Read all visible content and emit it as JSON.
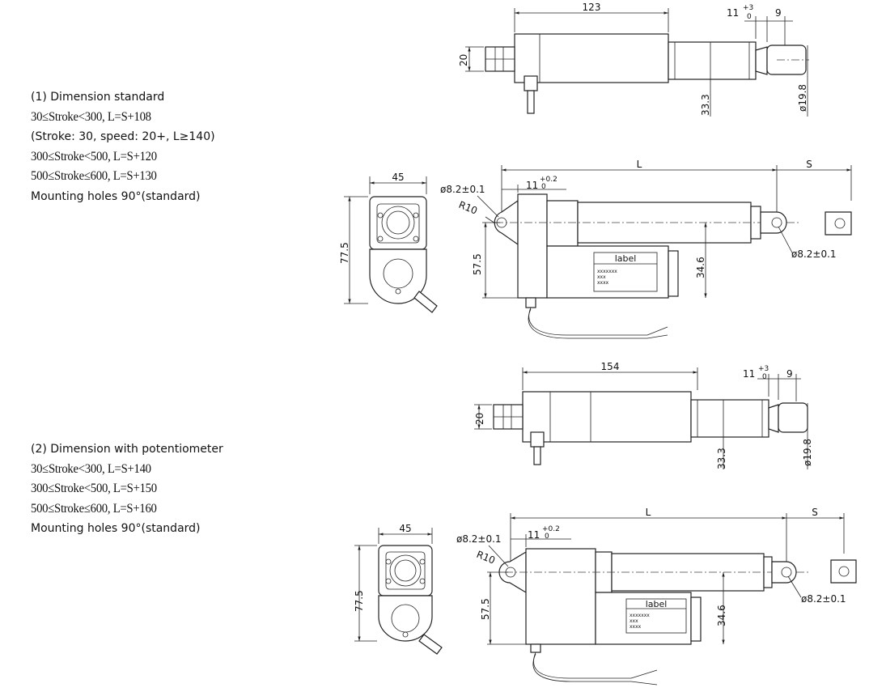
{
  "spec_standard": {
    "title": "(1)  Dimension standard",
    "lines": [
      "30≤Stroke<300, L=S+108",
      "(Stroke: 30, speed: 20+, L≥140)",
      "300≤Stroke<500, L=S+120",
      "500≤Stroke≤600, L=S+130"
    ],
    "mounting": "Mounting holes 90°(standard)"
  },
  "spec_potentiometer": {
    "title": "(2)  Dimension with potentiometer",
    "lines": [
      "30≤Stroke<300, L=S+140",
      "300≤Stroke<500, L=S+150",
      "500≤Stroke≤600, L=S+160"
    ],
    "mounting": "Mounting holes 90°(standard)"
  },
  "drawing_standard": {
    "top": {
      "length": "123",
      "offset": "11",
      "offset_tol_upper": "+3",
      "offset_tol_lower": "0",
      "rod_end": "9",
      "height": "20",
      "width": "33.3",
      "rod_dia": "ø19.8"
    },
    "end_view": {
      "width": "45",
      "height": "77.5"
    },
    "side": {
      "hole_dia": "ø8.2±0.1",
      "offset": "11",
      "offset_tol_upper": "+0.2",
      "offset_tol_lower": "0",
      "radius": "R10",
      "length": "L",
      "stroke": "S",
      "height": "57.5",
      "gearbox": "34.6",
      "rod_hole": "ø8.2±0.1",
      "label": "label",
      "label_lines": [
        "xxxxxxx",
        "xxx",
        "xxxx"
      ]
    }
  },
  "drawing_potentiometer": {
    "top": {
      "length": "154",
      "offset": "11",
      "offset_tol_upper": "+3",
      "offset_tol_lower": "0",
      "rod_end": "9",
      "height": "20",
      "width": "33.3",
      "rod_dia": "ø19.8"
    },
    "end_view": {
      "width": "45",
      "height": "77.5"
    },
    "side": {
      "hole_dia": "ø8.2±0.1",
      "offset": "11",
      "offset_tol_upper": "+0.2",
      "offset_tol_lower": "0",
      "radius": "R10",
      "length": "L",
      "stroke": "S",
      "height": "57.5",
      "gearbox": "34.6",
      "rod_hole": "ø8.2±0.1",
      "label": "label",
      "label_lines": [
        "xxxxxxx",
        "xxx",
        "xxxx"
      ]
    }
  }
}
